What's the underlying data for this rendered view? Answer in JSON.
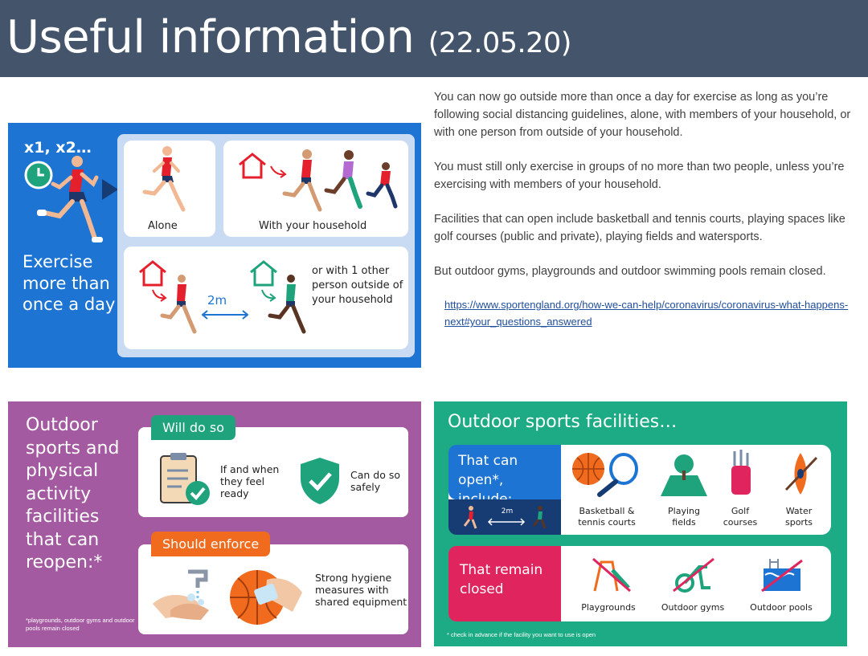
{
  "header": {
    "title": "Useful information",
    "date": "(22.05.20)"
  },
  "intro": {
    "paragraphs": [
      "You can now go outside more than once a day for exercise as long as you’re following social distancing guidelines, alone, with members of your household, or with one person from outside of your household.",
      "You must still only exercise in groups of no more than two people, unless you’re exercising with members of your household.",
      "Facilities that can open include basketball and tennis courts, playing spaces like golf courses (public and private), playing fields and watersports.",
      "But outdoor gyms, playgrounds and outdoor swimming pools remain closed."
    ],
    "link": "https://www.sportengland.org/how-we-can-help/coronavirus/coronavirus-what-happens-next#your_questions_answered"
  },
  "panel_exercise": {
    "counter": "x1, x2…",
    "headline": "Exercise more than once a day",
    "alone": "Alone",
    "household": "With your household",
    "distance": "2m",
    "other_person": "or with 1 other person outside of your household"
  },
  "panel_facilities": {
    "headline": "Outdoor sports and physical activity facilities that can reopen:*",
    "will_do": "Will do so",
    "when_ready": "If and when they feel ready",
    "safely": "Can do so safely",
    "should_enforce": "Should enforce",
    "hygiene": "Strong hygiene measures with shared equipment",
    "footnote": "*playgrounds, outdoor gyms and outdoor pools remain closed"
  },
  "panel_outdoor": {
    "headline": "Outdoor sports facilities…",
    "open_label": "That can open*, include:",
    "distance": "2m",
    "open_items": [
      "Basketball & tennis courts",
      "Playing fields",
      "Golf courses",
      "Water sports"
    ],
    "closed_label": "That remain closed",
    "closed_items": [
      "Playgrounds",
      "Outdoor gyms",
      "Outdoor pools"
    ],
    "footnote": "* check in advance if the facility you want to use is open"
  },
  "colors": {
    "title_bar": "#44546a",
    "exercise_blue": "#1d74d3",
    "facilities_purple": "#a35aa0",
    "outdoor_green": "#1cab84",
    "tag_green": "#1ea37c",
    "tag_orange": "#f06b1e",
    "closed_red": "#e0245e",
    "runner_red": "#e4202d"
  }
}
